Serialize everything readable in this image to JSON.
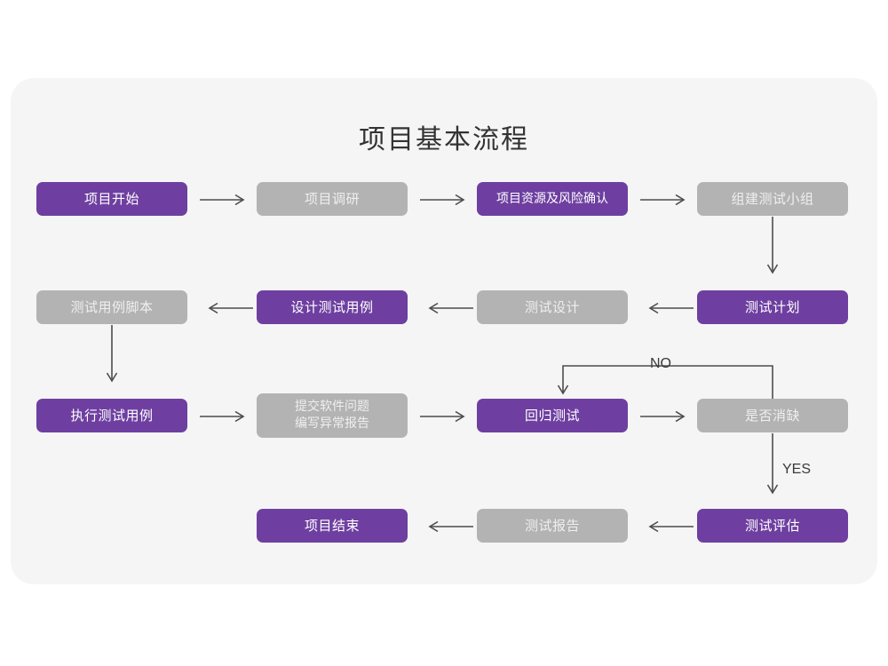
{
  "page": {
    "background": "#ffffff",
    "card_background": "#f5f5f5"
  },
  "title": "项目基本流程",
  "colors": {
    "purple": "#6e3fa0",
    "gray": "#b3b3b3",
    "arrow": "#4d4d4d",
    "title_text": "#333333"
  },
  "nodes": [
    {
      "id": "n1",
      "label": "项目开始",
      "style": "purple",
      "row": 1
    },
    {
      "id": "n2",
      "label": "项目调研",
      "style": "gray",
      "row": 1
    },
    {
      "id": "n3",
      "label": "项目资源及风险确认",
      "style": "purple",
      "row": 1
    },
    {
      "id": "n4",
      "label": "组建测试小组",
      "style": "gray",
      "row": 1
    },
    {
      "id": "n5",
      "label": "测试用例脚本",
      "style": "gray",
      "row": 2
    },
    {
      "id": "n6",
      "label": "设计测试用例",
      "style": "purple",
      "row": 2
    },
    {
      "id": "n7",
      "label": "测试设计",
      "style": "gray",
      "row": 2
    },
    {
      "id": "n8",
      "label": "测试计划",
      "style": "purple",
      "row": 2
    },
    {
      "id": "n9",
      "label": "执行测试用例",
      "style": "purple",
      "row": 3
    },
    {
      "id": "n10",
      "label": "提交软件问题\n编写异常报告",
      "style": "gray",
      "row": 3
    },
    {
      "id": "n11",
      "label": "回归测试",
      "style": "purple",
      "row": 3
    },
    {
      "id": "n12",
      "label": "是否消缺",
      "style": "gray",
      "row": 3
    },
    {
      "id": "n13",
      "label": "项目结束",
      "style": "purple",
      "row": 4
    },
    {
      "id": "n14",
      "label": "测试报告",
      "style": "gray",
      "row": 4
    },
    {
      "id": "n15",
      "label": "测试评估",
      "style": "purple",
      "row": 4
    }
  ],
  "edge_labels": {
    "no": "NO",
    "yes": "YES"
  }
}
